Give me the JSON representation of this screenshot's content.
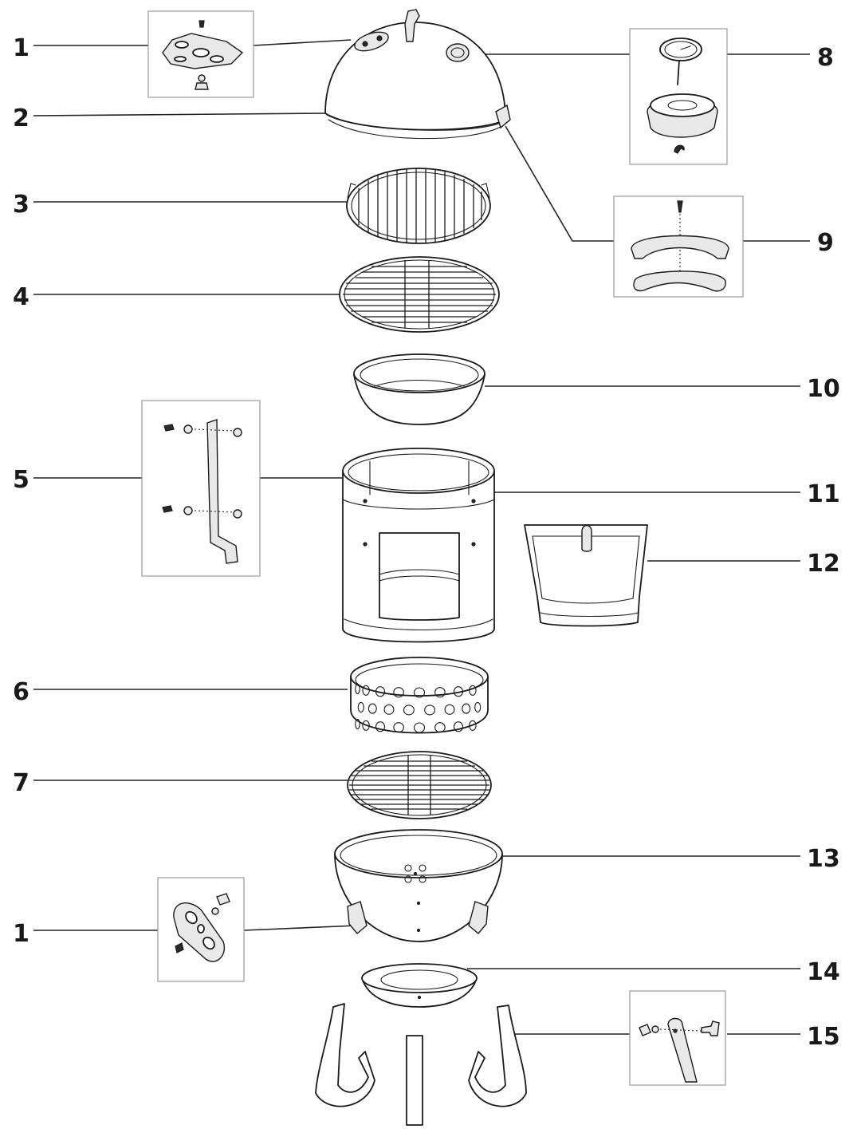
{
  "callouts": [
    {
      "id": "c1a",
      "label": "1"
    },
    {
      "id": "c2",
      "label": "2"
    },
    {
      "id": "c3",
      "label": "3"
    },
    {
      "id": "c4",
      "label": "4"
    },
    {
      "id": "c5",
      "label": "5"
    },
    {
      "id": "c6",
      "label": "6"
    },
    {
      "id": "c7",
      "label": "7"
    },
    {
      "id": "c1b",
      "label": "1"
    },
    {
      "id": "c8",
      "label": "8"
    },
    {
      "id": "c9",
      "label": "9"
    },
    {
      "id": "c10",
      "label": "10"
    },
    {
      "id": "c11",
      "label": "11"
    },
    {
      "id": "c12",
      "label": "12"
    },
    {
      "id": "c13",
      "label": "13"
    },
    {
      "id": "c14",
      "label": "14"
    },
    {
      "id": "c15",
      "label": "15"
    }
  ],
  "colors": {
    "line": "#1a1a1a",
    "inset_border": "#9a9a9a",
    "background": "#ffffff"
  }
}
